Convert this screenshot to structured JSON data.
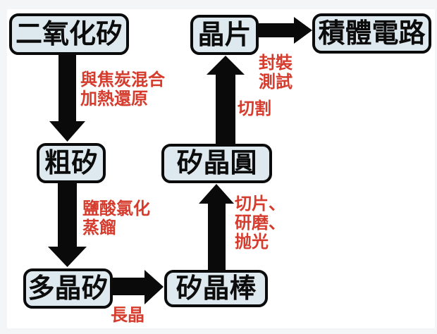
{
  "flow": {
    "description": "Semiconductor manufacturing process flowchart",
    "nodes": [
      {
        "id": "silicon-dioxide",
        "label": "二氧化矽"
      },
      {
        "id": "crude-silicon",
        "label": "粗矽"
      },
      {
        "id": "polysilicon",
        "label": "多晶矽"
      },
      {
        "id": "silicon-ingot",
        "label": "矽晶棒"
      },
      {
        "id": "silicon-wafer",
        "label": "矽晶圓"
      },
      {
        "id": "chip",
        "label": "晶片"
      },
      {
        "id": "integrated-circuit",
        "label": "積體電路"
      }
    ],
    "edges": [
      {
        "from": "二氧化矽",
        "to": "粗矽",
        "direction": "down",
        "label": "與焦炭混合\n加熱還原"
      },
      {
        "from": "粗矽",
        "to": "多晶矽",
        "direction": "down",
        "label": "鹽酸氯化\n蒸餾"
      },
      {
        "from": "多晶矽",
        "to": "矽晶棒",
        "direction": "right",
        "label": "長晶"
      },
      {
        "from": "矽晶棒",
        "to": "矽晶圓",
        "direction": "up",
        "label": "切片、\n研磨、\n抛光"
      },
      {
        "from": "矽晶圓",
        "to": "晶片",
        "direction": "up",
        "label": "切割"
      },
      {
        "from": "晶片",
        "to": "積體電路",
        "direction": "right",
        "label": "封裝\n測試"
      }
    ],
    "colors": {
      "node_fill": "#dde9ee",
      "node_border": "#0b0b0b",
      "arrow": "#0a0a0a",
      "edge_label_text": "#d53c2d",
      "canvas": "#ffffff",
      "frame": "#f4f5f6"
    }
  }
}
